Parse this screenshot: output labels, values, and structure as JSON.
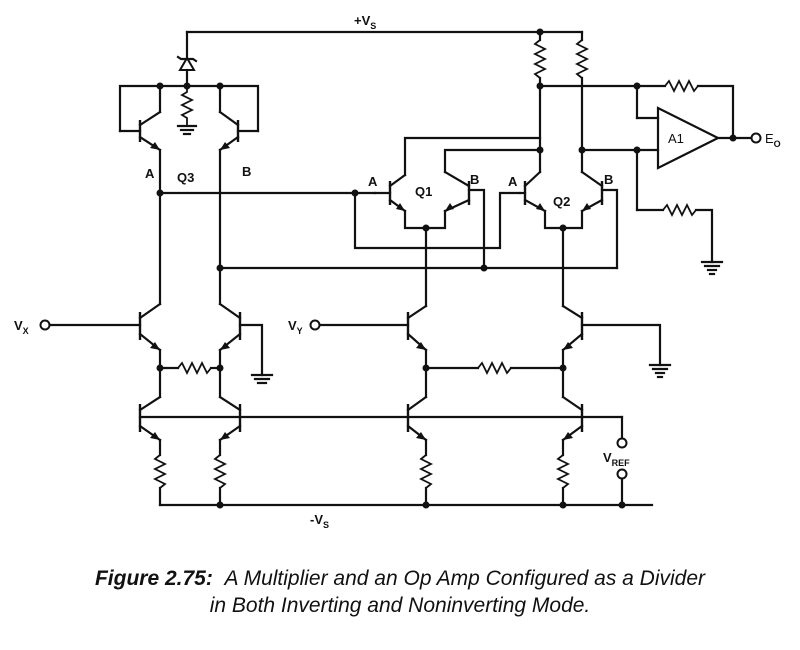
{
  "labels": {
    "vs_pos": "+V",
    "vs_pos_sub": "S",
    "vs_neg": "-V",
    "vs_neg_sub": "S",
    "vx": "V",
    "vx_sub": "X",
    "vy": "V",
    "vy_sub": "Y",
    "vref": "V",
    "vref_sub": "REF",
    "eo": "E",
    "eo_sub": "O",
    "q1": "Q1",
    "q2": "Q2",
    "q3": "Q3",
    "a1": "A1",
    "a": "A",
    "b": "B"
  },
  "caption": {
    "number": "Figure 2.75:",
    "text_line1": "A Multiplier and an Op Amp Configured as a Divider",
    "text_line2": "in Both Inverting and Noninverting Mode."
  }
}
